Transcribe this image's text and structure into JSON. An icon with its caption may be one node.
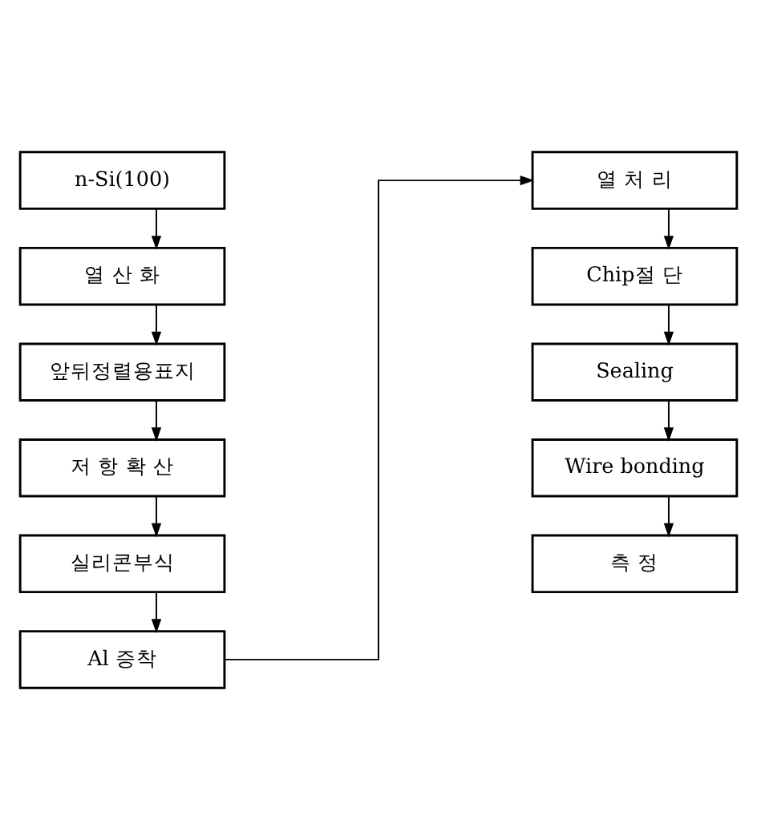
{
  "diagram": {
    "nodes": [
      {
        "text": [
          "n-Si(100)"
        ]
      },
      {
        "text": [
          "열 산 화"
        ]
      },
      {
        "text": [
          "앞뒤정렬용표지"
        ]
      },
      {
        "text": [
          "저 항 확 산"
        ]
      },
      {
        "text": [
          "실리콘부식"
        ]
      },
      {
        "text": [
          "Al 증착"
        ]
      },
      {
        "text": [
          "열 처 리"
        ]
      },
      {
        "text": [
          "Chip절 단"
        ]
      },
      {
        "text": [
          "Sealing"
        ]
      },
      {
        "text": [
          "Wire bonding"
        ]
      },
      {
        "text": [
          "측 정"
        ]
      }
    ],
    "edges": [
      {
        "from": 0,
        "to": 1,
        "arrow": "to"
      },
      {
        "from": 1,
        "to": 2,
        "arrow": "to"
      },
      {
        "from": 2,
        "to": 3,
        "arrow": "to"
      },
      {
        "from": 3,
        "to": 4,
        "arrow": "to"
      },
      {
        "from": 4,
        "to": 5,
        "arrow": "to"
      },
      {
        "from": 5,
        "to": 6,
        "arrow": "to"
      },
      {
        "from": 6,
        "to": 7,
        "arrow": "to"
      },
      {
        "from": 7,
        "to": 8,
        "arrow": "to"
      },
      {
        "from": 8,
        "to": 9,
        "arrow": "to"
      },
      {
        "from": 9,
        "to": 10,
        "arrow": "to"
      }
    ]
  }
}
